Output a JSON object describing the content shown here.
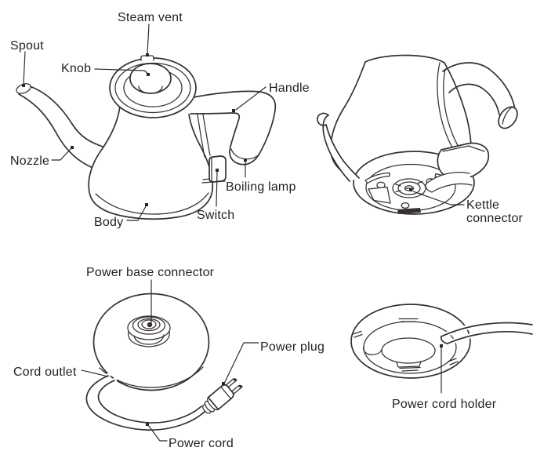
{
  "colors": {
    "background": "#ffffff",
    "line_art": "#362f30",
    "text": "#231f20"
  },
  "labels": {
    "steam_vent": "Steam vent",
    "spout": "Spout",
    "knob": "Knob",
    "handle": "Handle",
    "nozzle": "Nozzle",
    "boiling_lamp": "Boiling lamp",
    "switch": "Switch",
    "body": "Body",
    "kettle_connector_line1": "Kettle",
    "kettle_connector_line2": "connector",
    "power_base_connector": "Power base connector",
    "cord_outlet": "Cord outlet",
    "power_plug": "Power plug",
    "power_cord": "Power cord",
    "power_cord_holder": "Power cord holder"
  }
}
